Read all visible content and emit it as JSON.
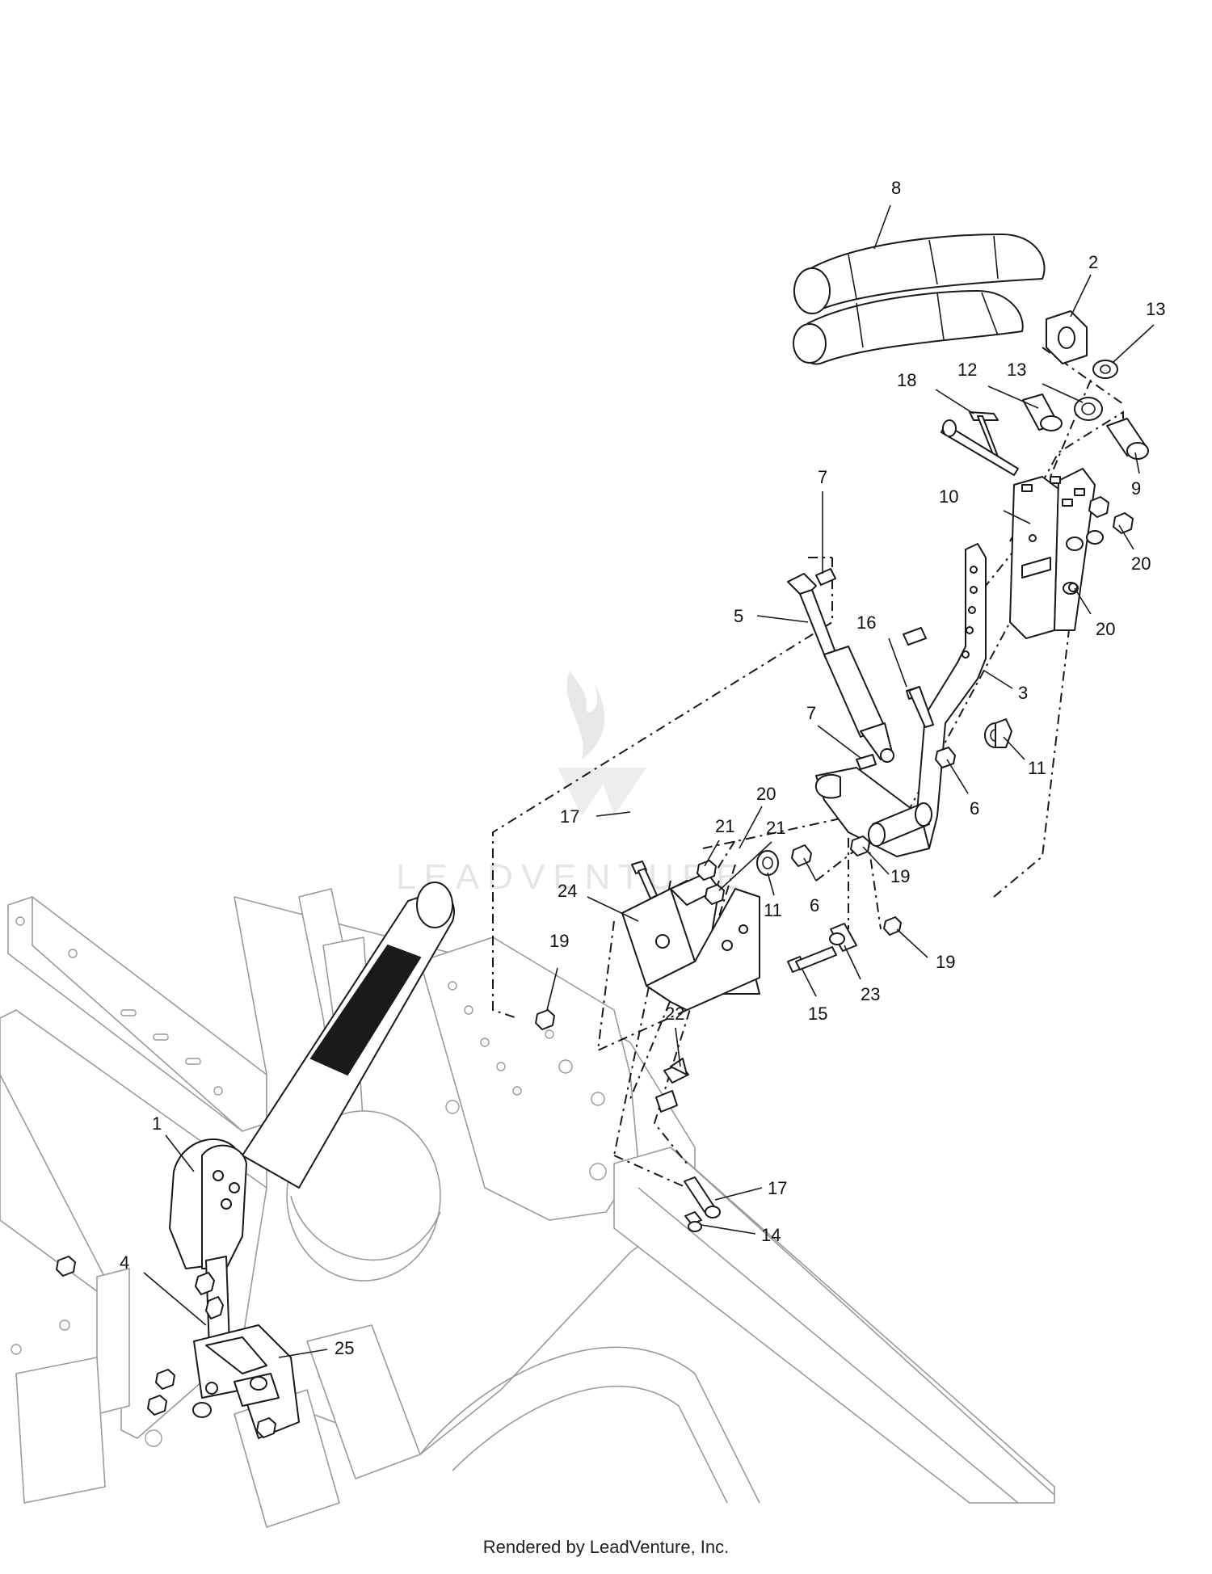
{
  "watermark": {
    "text": "LEADVENTURE"
  },
  "footer": {
    "text": "Rendered by LeadVenture, Inc."
  },
  "callouts": [
    {
      "label": "8"
    },
    {
      "label": "2"
    },
    {
      "label": "13"
    },
    {
      "label": "13"
    },
    {
      "label": "12"
    },
    {
      "label": "18"
    },
    {
      "label": "9"
    },
    {
      "label": "10"
    },
    {
      "label": "20"
    },
    {
      "label": "7"
    },
    {
      "label": "20"
    },
    {
      "label": "5"
    },
    {
      "label": "16"
    },
    {
      "label": "3"
    },
    {
      "label": "7"
    },
    {
      "label": "11"
    },
    {
      "label": "6"
    },
    {
      "label": "20"
    },
    {
      "label": "17"
    },
    {
      "label": "21"
    },
    {
      "label": "21"
    },
    {
      "label": "19"
    },
    {
      "label": "24"
    },
    {
      "label": "11"
    },
    {
      "label": "6"
    },
    {
      "label": "19"
    },
    {
      "label": "19"
    },
    {
      "label": "23"
    },
    {
      "label": "15"
    },
    {
      "label": "22"
    },
    {
      "label": "1"
    },
    {
      "label": "17"
    },
    {
      "label": "14"
    },
    {
      "label": "4"
    },
    {
      "label": "25"
    }
  ]
}
